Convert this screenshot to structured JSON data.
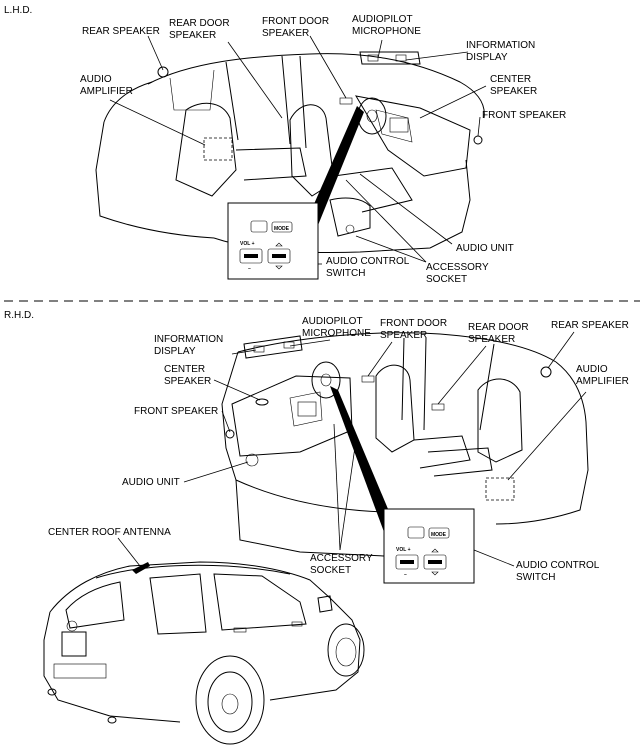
{
  "sections": {
    "lhd": "L.H.D.",
    "rhd": "R.H.D."
  },
  "lhd_labels": {
    "rear_speaker": "REAR SPEAKER",
    "rear_door_speaker": [
      "REAR DOOR",
      "SPEAKER"
    ],
    "front_door_speaker": [
      "FRONT DOOR",
      "SPEAKER"
    ],
    "audiopilot_microphone": [
      "AUDIOPILOT",
      "MICROPHONE"
    ],
    "information_display": [
      "INFORMATION",
      "DISPLAY"
    ],
    "audio_amplifier": [
      "AUDIO",
      "AMPLIFIER"
    ],
    "center_speaker": [
      "CENTER",
      "SPEAKER"
    ],
    "front_speaker": "FRONT SPEAKER",
    "audio_unit": "AUDIO UNIT",
    "audio_control_switch": [
      "AUDIO CONTROL",
      "SWITCH"
    ],
    "accessory_socket": [
      "ACCESSORY",
      "SOCKET"
    ]
  },
  "rhd_labels": {
    "audiopilot_microphone": [
      "AUDIOPILOT",
      "MICROPHONE"
    ],
    "front_door_speaker": [
      "FRONT DOOR",
      "SPEAKER"
    ],
    "rear_door_speaker": [
      "REAR DOOR",
      "SPEAKER"
    ],
    "rear_speaker": "REAR SPEAKER",
    "information_display": [
      "INFORMATION",
      "DISPLAY"
    ],
    "center_speaker": [
      "CENTER",
      "SPEAKER"
    ],
    "audio_amplifier": [
      "AUDIO",
      "AMPLIFIER"
    ],
    "front_speaker": "FRONT SPEAKER",
    "audio_unit": "AUDIO UNIT",
    "accessory_socket": [
      "ACCESSORY",
      "SOCKET"
    ],
    "audio_control_switch": [
      "AUDIO CONTROL",
      "SWITCH"
    ]
  },
  "exterior_labels": {
    "center_roof_antenna": "CENTER ROOF ANTENNA"
  },
  "switch_panel": {
    "mode": "MODE",
    "vol": "VOL +",
    "minus": "–"
  }
}
